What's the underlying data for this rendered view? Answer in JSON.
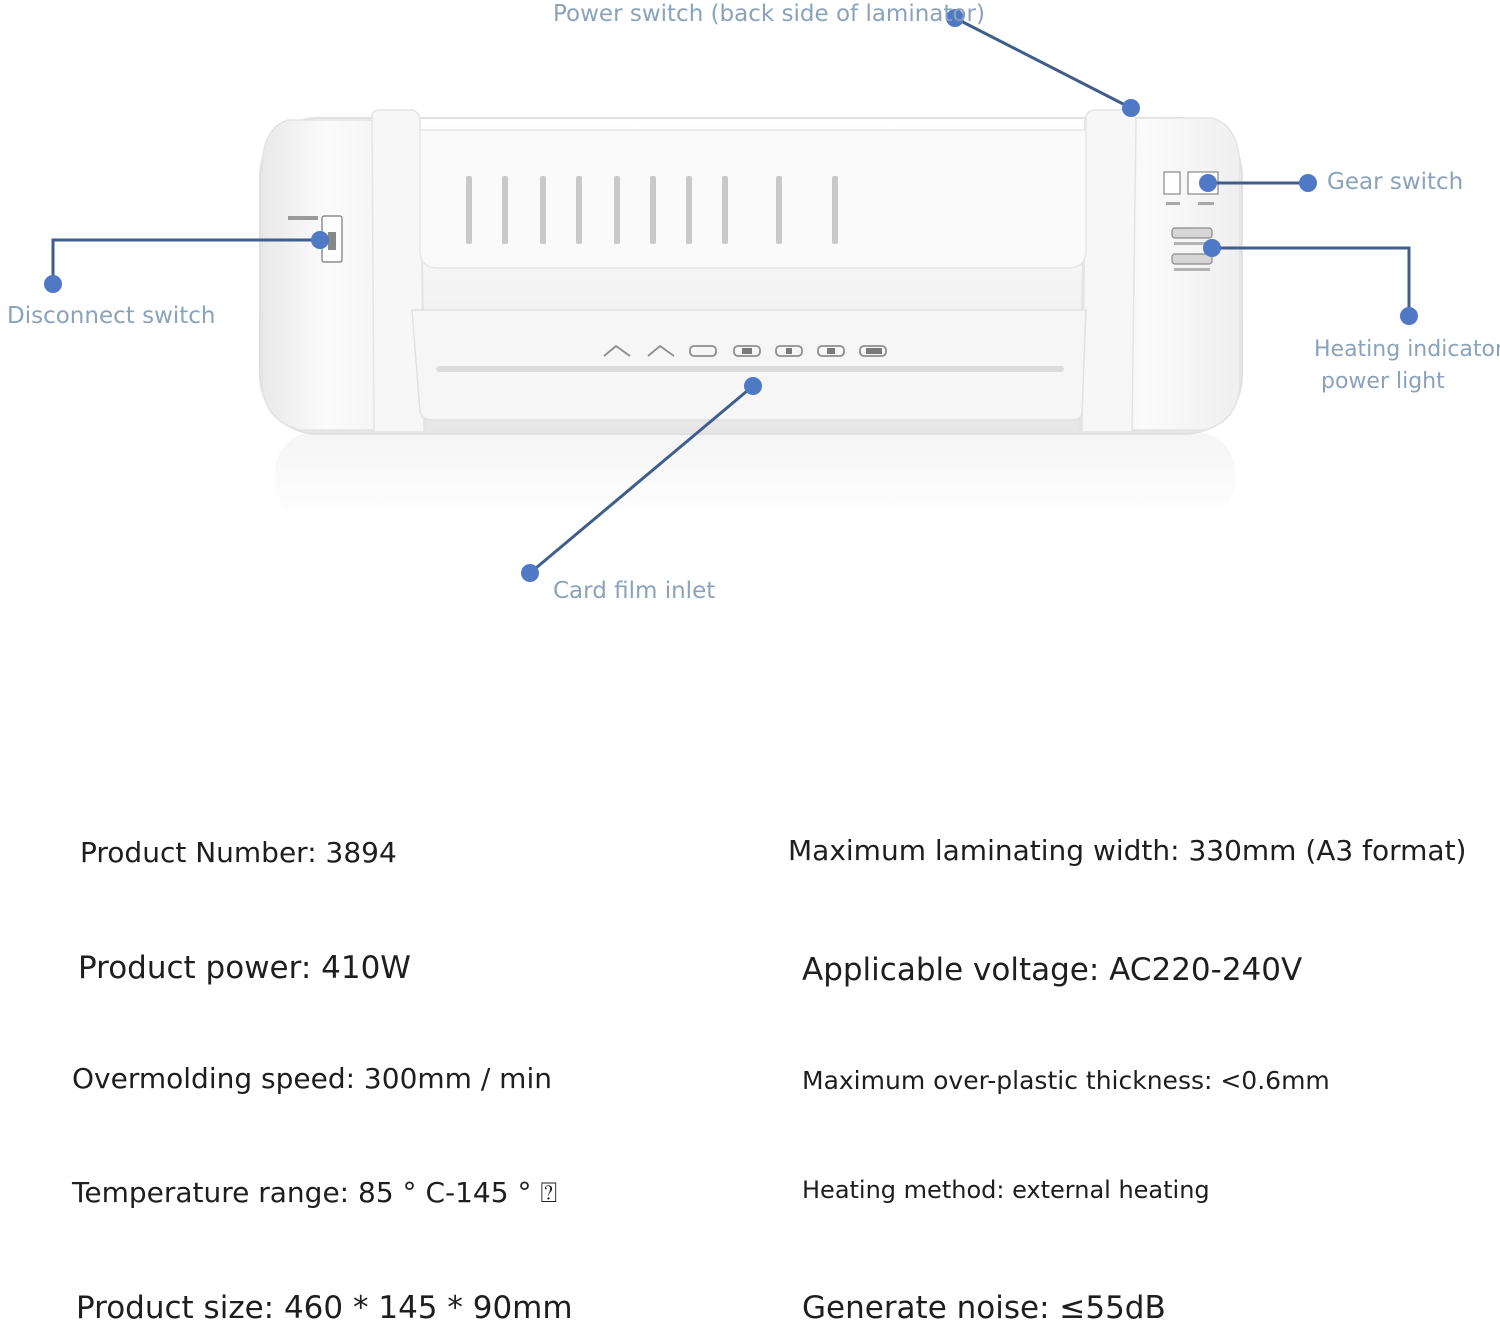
{
  "callouts": {
    "power_switch": "Power switch (back side of laminator)",
    "gear_switch": "Gear switch",
    "disconnect_switch": "Disconnect switch",
    "heating_indicator_line1": "Heating indicator",
    "heating_indicator_line2": "power light",
    "card_film_inlet": "Card film inlet"
  },
  "specs": {
    "product_number": "Product Number: 3894",
    "max_width": "Maximum laminating width: 330mm (A3 format)",
    "product_power": "Product power: 410W",
    "applicable_voltage": "Applicable voltage: AC220-240V",
    "overmolding_speed": "Overmolding speed: 300mm / min",
    "max_thickness": "Maximum over-plastic thickness: <0.6mm",
    "temperature_range": "Temperature range: 85 ° C-145 ° ⍰",
    "heating_method": "Heating method: external heating",
    "product_size": "Product size: 460 * 145 * 90mm",
    "noise": "Generate noise: ≤55dB"
  },
  "colors": {
    "callout_line": "#3f5e8a",
    "callout_dot": "#4f79c4",
    "callout_text": "#8aa2bb",
    "spec_text": "#1e1e1e",
    "device_body": "#f3f3f3"
  },
  "icons": [
    "laminator-device-image",
    "callout-dot-icon"
  ]
}
